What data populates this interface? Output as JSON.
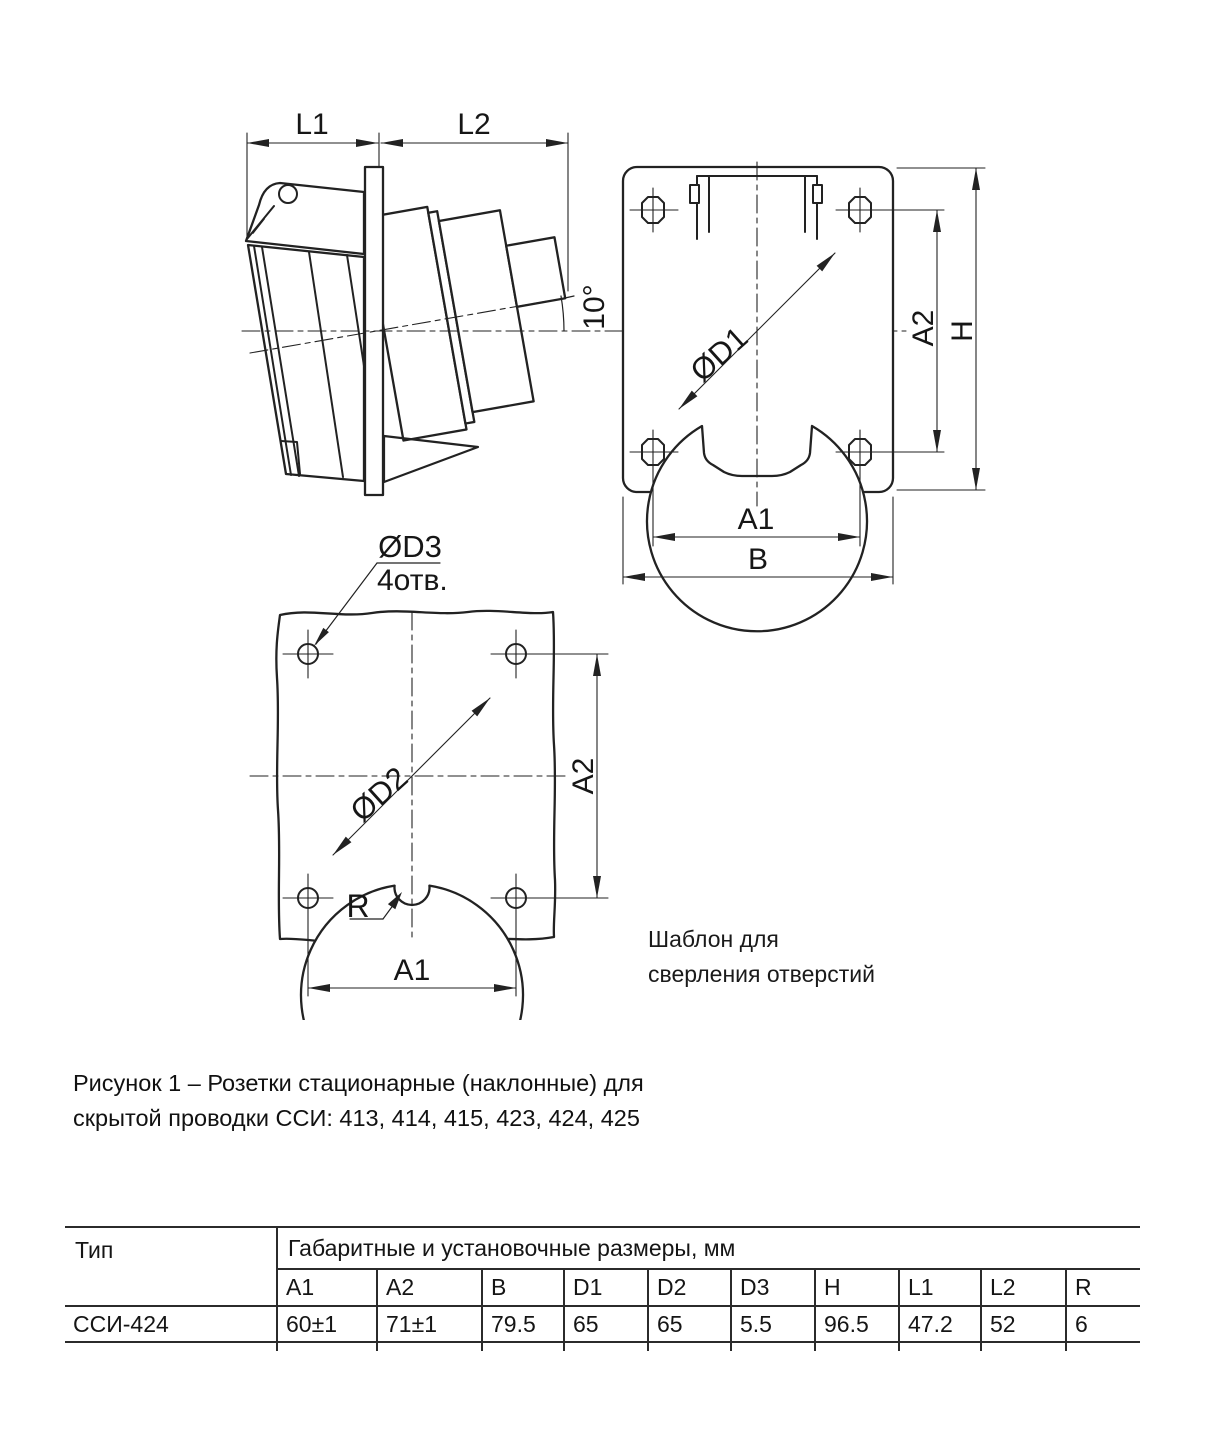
{
  "figure": {
    "side_view": {
      "dim_l1": "L1",
      "dim_l2": "L2",
      "angle": "10°"
    },
    "front_view": {
      "dim_d1": "ØD1",
      "dim_a2": "A2",
      "dim_h": "H",
      "dim_a1": "A1",
      "dim_b": "B"
    },
    "template_view": {
      "dim_d3": "ØD3",
      "holes_note": "4отв.",
      "dim_d2": "ØD2",
      "dim_a2": "A2",
      "dim_a1": "A1",
      "dim_r": "R"
    },
    "template_label_line1": "Шаблон для",
    "template_label_line2": "сверления отверстий",
    "caption_line1": "Рисунок 1 – Розетки стационарные (наклонные) для",
    "caption_line2": "скрытой проводки ССИ: 413, 414, 415, 423, 424, 425"
  },
  "table": {
    "col_type": "Тип",
    "group_header": "Габаритные и установочные размеры, мм",
    "columns": [
      "A1",
      "A2",
      "B",
      "D1",
      "D2",
      "D3",
      "H",
      "L1",
      "L2",
      "R"
    ],
    "rows": [
      {
        "type": "ССИ-424",
        "values": [
          "60±1",
          "71±1",
          "79.5",
          "65",
          "65",
          "5.5",
          "96.5",
          "47.2",
          "52",
          "6"
        ]
      }
    ]
  }
}
